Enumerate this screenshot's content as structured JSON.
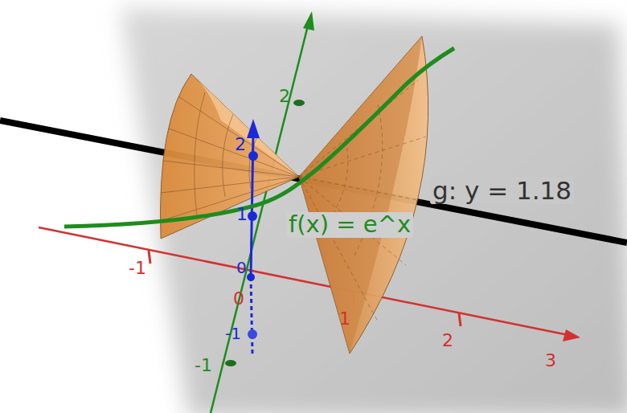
{
  "diagram": {
    "labels": [
      "2",
      "2",
      "1",
      "0",
      "-1",
      "-1",
      "0",
      "1",
      "2",
      "3",
      "-1",
      "g: y = 1.18",
      "f(x) = e^x"
    ]
  }
}
